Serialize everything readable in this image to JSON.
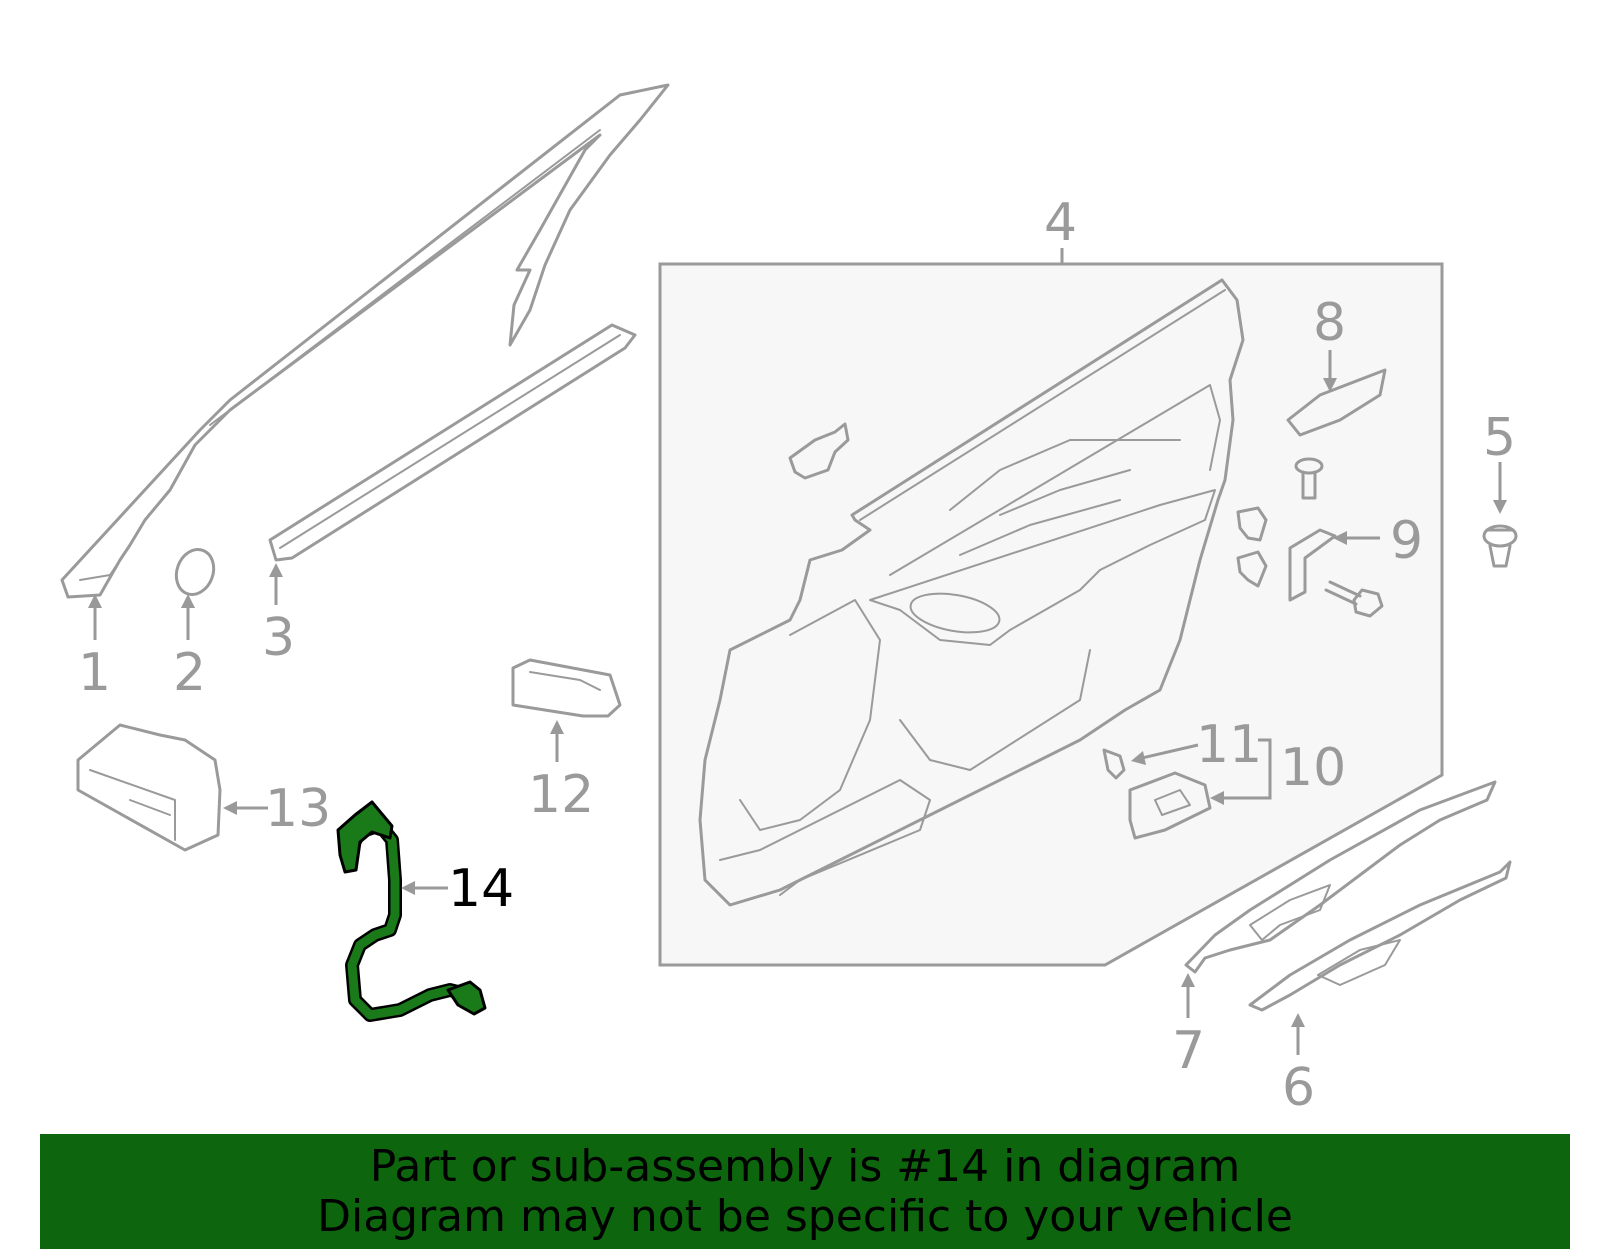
{
  "callouts": {
    "c1": "1",
    "c2": "2",
    "c3": "3",
    "c4": "4",
    "c5": "5",
    "c6": "6",
    "c7": "7",
    "c8": "8",
    "c9": "9",
    "c10": "10",
    "c11": "11",
    "c12": "12",
    "c13": "13",
    "c14": "14"
  },
  "highlight": {
    "part_number": "14",
    "color": "#1a7a1a"
  },
  "banner": {
    "line1": "Part or sub-assembly is #14 in diagram",
    "line2": "Diagram may not be specific to your vehicle",
    "background": "#0d660d"
  }
}
